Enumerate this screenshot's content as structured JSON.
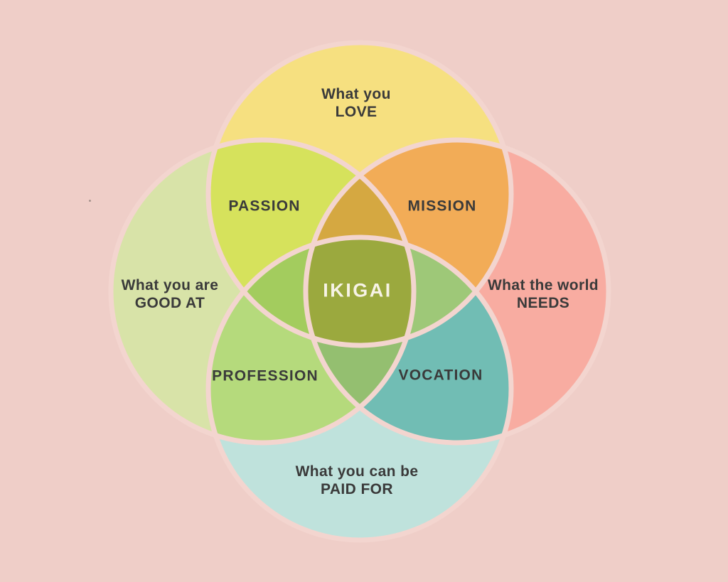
{
  "diagram": {
    "circles": {
      "love": {
        "line1": "What you",
        "line2": "LOVE"
      },
      "good_at": {
        "line1": "What you are",
        "line2": "GOOD AT"
      },
      "needs": {
        "line1": "What the world",
        "line2": "NEEDS"
      },
      "paid_for": {
        "line1": "What you can be",
        "line2": "PAID FOR"
      }
    },
    "overlaps": {
      "passion": "PASSION",
      "mission": "MISSION",
      "profession": "PROFESSION",
      "vocation": "VOCATION",
      "center": "IKIGAI"
    }
  },
  "colors": {
    "background": "#EFCEC8",
    "stroke": "#F3D5CF",
    "love": "#F6E080",
    "good_at": "#D8E3A8",
    "needs": "#F8ACA1",
    "paid_for": "#BFE2DC",
    "passion": "#D6E25C",
    "mission": "#F2AC57",
    "profession": "#B5DA7C",
    "vocation": "#71BDB4",
    "petal_top": "#D5A841",
    "petal_left": "#A3CC5E",
    "petal_right": "#9EC878",
    "petal_bottom": "#94BF70",
    "center": "#9BA93E",
    "label_text": "#3A3A3A",
    "center_text": "#F7F3E6"
  }
}
